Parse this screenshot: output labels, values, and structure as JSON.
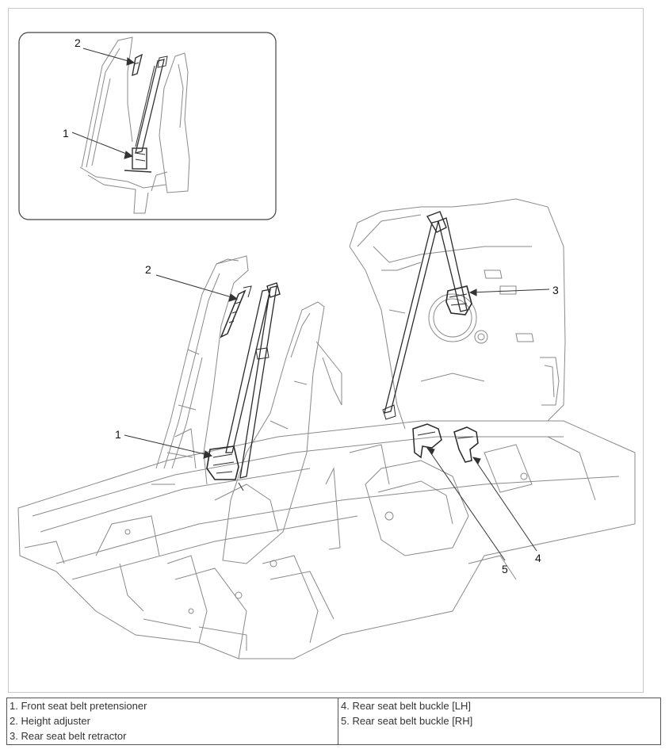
{
  "diagram": {
    "callouts": {
      "inset_2": "2",
      "inset_1": "1",
      "main_2": "2",
      "main_1": "1",
      "main_3": "3",
      "main_5": "5",
      "main_4": "4"
    }
  },
  "legend": {
    "left_column": [
      "1. Front seat belt pretensioner",
      "2. Height adjuster",
      "3. Rear seat belt retractor"
    ],
    "right_column": [
      "4. Rear seat belt buckle [LH]",
      "5. Rear seat belt buckle [RH]"
    ]
  }
}
